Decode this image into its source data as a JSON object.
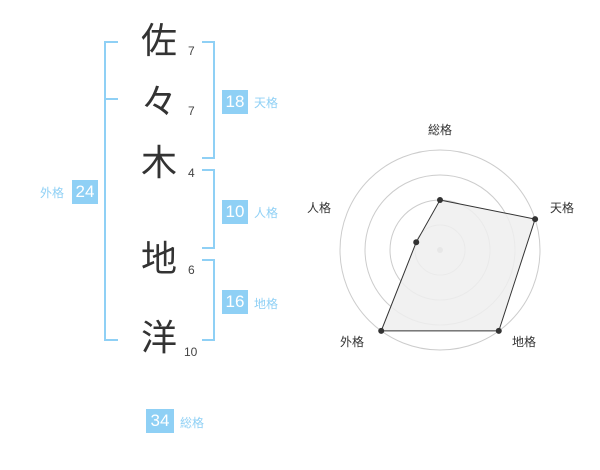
{
  "name": {
    "chars": [
      {
        "char": "佐",
        "strokes": "7"
      },
      {
        "char": "々",
        "strokes": "7"
      },
      {
        "char": "木",
        "strokes": "4"
      },
      {
        "char": "地",
        "strokes": "6"
      },
      {
        "char": "洋",
        "strokes": "10"
      }
    ]
  },
  "fortunes": {
    "tenkaku": {
      "value": "18",
      "label": "天格"
    },
    "jinkaku": {
      "value": "10",
      "label": "人格"
    },
    "chikaku": {
      "value": "16",
      "label": "地格"
    },
    "gaikaku": {
      "value": "24",
      "label": "外格"
    },
    "soukaku": {
      "value": "34",
      "label": "総格"
    }
  },
  "colors": {
    "accent": "#8fd0f5",
    "kanji": "#333333",
    "radar_fill": "#efefef",
    "radar_line": "#333333",
    "grid": "#cccccc"
  },
  "chart_data": {
    "type": "radar",
    "axes": [
      "総格",
      "天格",
      "地格",
      "外格",
      "人格"
    ],
    "values": [
      2,
      4,
      4,
      4,
      1
    ],
    "max": 4,
    "rings": 4
  }
}
